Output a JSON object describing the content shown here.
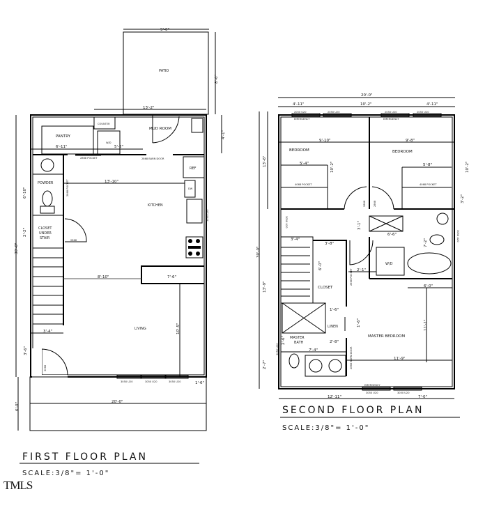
{
  "first_floor": {
    "title": "FIRST FLOOR PLAN",
    "scale": "SCALE:3/8\"= 1'-0\"",
    "rooms": {
      "patio": "PATIO",
      "mud_room": "MUD ROOM",
      "counter": "COUNTER",
      "wd": "W/D",
      "pantry": "PANTRY",
      "powder": "POWDER",
      "kitchen": "KITCHEN",
      "closet_1": "CLOSET",
      "closet_2": "UNDER",
      "closet_3": "STAIR",
      "living": "LIVING",
      "ref": "REF",
      "dw": "DW"
    },
    "notes": {
      "pocket": "2868 POCKET",
      "barn": "2868 BARN DOOR",
      "powder_pocket": "2868 POCKET",
      "closet_door": "2868",
      "front_door": "3068",
      "win1": "3050 U20",
      "win2": "3050 U20",
      "win3": "3050 U20",
      "mud_door": "2868",
      "kitchen_win": "3050 U20"
    },
    "dims": {
      "patio_w": "9'-0\"",
      "patio_d": "8'-0\"",
      "top": "13'-2\"",
      "right_top": "4'-1\"",
      "pantry_w": "6'-11\"",
      "wd_w": "5'-2\"",
      "kitchen_w": "13'-10\"",
      "powder_h": "6'-10\"",
      "closet_h": "2'-2\"",
      "overall_h": "30'-0\"",
      "living_w": "8'-10\"",
      "nook_w": "7'-6\"",
      "living_h": "10'-5\"",
      "stair_w": "3'-4\"",
      "entry_h": "3'-6\"",
      "porch_w": "1'-6\"",
      "overall_w": "20'-0\"",
      "porch_d": "6'-0\""
    }
  },
  "second_floor": {
    "title": "SECOND FLOOR PLAN",
    "scale": "SCALE:3/8\"= 1'-0\"",
    "rooms": {
      "bed1": "BEDROOM",
      "bed2": "BEDROOM",
      "wd": "W/D",
      "closet": "CLOSET",
      "linen": "LINEN",
      "mbath_1": "MASTER",
      "mbath_2": "BATH",
      "mbed": "MASTER BEDROOM"
    },
    "notes": {
      "w1": "2050 U20",
      "w2": "2050 U20",
      "w3": "2050 U20",
      "w4": "2050 U20",
      "em1": "EMERGENCY",
      "em2": "EMERGENCY",
      "pocket1": "4068 POCKET",
      "pocket2": "4068 POCKET",
      "door1": "2868",
      "door2": "2868",
      "closet_pocket": "2868 POCKET",
      "barn": "2868 BARN DOOR",
      "bath_win": "3050 U20",
      "hall_win": "3050 U20",
      "bath2_win": "3050 U20",
      "w5": "3050 U20",
      "w6": "3050 U20",
      "em3": "EMERGENCY"
    },
    "dims": {
      "overall_w": "20'-0\"",
      "top_l": "4'-11\"",
      "top_m": "10'-2\"",
      "top_r": "4'-11\"",
      "bed1_w": "9'-10\"",
      "bed2_w": "9'-8\"",
      "closet1_w": "5'-4\"",
      "closet2_w": "5'-8\"",
      "bed1_h": "10'-2\"",
      "bed2_h": "10'-2\"",
      "bed2_closet": "3'-2\"",
      "left_upper": "13'-6\"",
      "overall_h": "30'-0\"",
      "left_lower": "13'-9\"",
      "left_bottom": "2'-7\"",
      "hall_h": "3'-1\"",
      "bath_h": "7'-2\"",
      "hall_w": "6'-6\"",
      "stair_w": "3'-4\"",
      "closet_w": "3'-8\"",
      "closet_h": "6'-0\"",
      "wd_w": "2'-1\"",
      "tub_w": "6'-0\"",
      "mbed_h": "11'-1\"",
      "linen_h": "1'-6\"",
      "linen_d": "2'-8\"",
      "mbath_w": "7'-4\"",
      "mbath_win": "2'-6\"",
      "mbed_w": "11'-9\"",
      "bottom_l": "12'-11\"",
      "bottom_r": "7'-0\"",
      "shower": "1'-6\""
    }
  },
  "watermark": "TMLS"
}
